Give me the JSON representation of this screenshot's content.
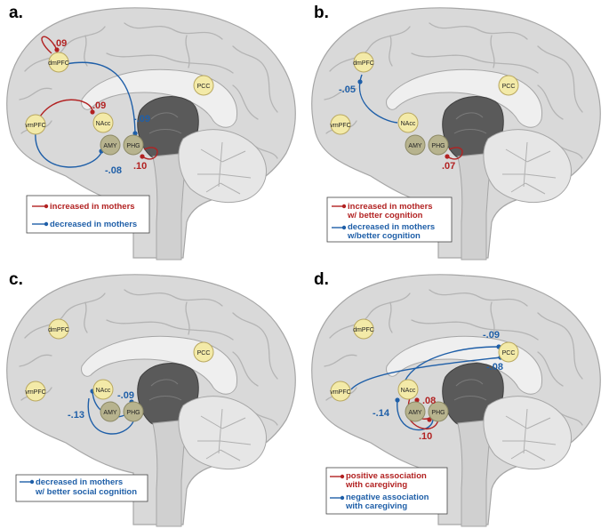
{
  "colors": {
    "increase": "#b22222",
    "decrease": "#1f5fa8",
    "roi_fill": "#f3eaa8",
    "roi_stroke": "#b9a860",
    "subcortical_fill": "#b7b38e",
    "brain_fill": "#d9d9d9",
    "brain_stroke": "#a6a6a6",
    "dark_region": "#5a5a5a"
  },
  "roi_labels": {
    "dmPFC": "dmPFC",
    "vmPFC": "vmPFC",
    "NAcc": "NAcc",
    "PCC": "PCC",
    "AMY": "AMY",
    "PHG": "PHG"
  },
  "panels": [
    {
      "letter": "a.",
      "coefficients": [
        {
          "text": ".09",
          "color": "increase",
          "anchor": "dmPFC-self"
        },
        {
          "text": ".09",
          "color": "increase",
          "anchor": "vmPFC-NAcc"
        },
        {
          "text": "-.09",
          "color": "decrease",
          "anchor": "dmPFC-PHG"
        },
        {
          "text": "-.08",
          "color": "decrease",
          "anchor": "vmPFC-AMY"
        },
        {
          "text": ".10",
          "color": "increase",
          "anchor": "PHG-self"
        }
      ],
      "legend": [
        {
          "text": [
            "increased in mothers"
          ],
          "color": "increase"
        },
        {
          "text": [
            "decreased in mothers"
          ],
          "color": "decrease"
        }
      ]
    },
    {
      "letter": "b.",
      "coefficients": [
        {
          "text": "-.05",
          "color": "decrease",
          "anchor": "dmPFC-NAcc"
        },
        {
          "text": ".07",
          "color": "increase",
          "anchor": "PHG-self"
        }
      ],
      "legend": [
        {
          "text": [
            "increased in mothers",
            "w/ better cognition"
          ],
          "color": "increase"
        },
        {
          "text": [
            "decreased in mothers",
            "w/better cognition"
          ],
          "color": "decrease"
        }
      ]
    },
    {
      "letter": "c.",
      "coefficients": [
        {
          "text": "-.09",
          "color": "decrease",
          "anchor": "NAcc-PHG"
        },
        {
          "text": "-.13",
          "color": "decrease",
          "anchor": "AMY-PHG"
        }
      ],
      "legend": [
        {
          "text": [
            "decreased in mothers",
            "w/ better social cognition"
          ],
          "color": "decrease"
        }
      ]
    },
    {
      "letter": "d.",
      "coefficients": [
        {
          "text": "-.09",
          "color": "decrease",
          "anchor": "PCC-NAcc"
        },
        {
          "text": "-.08",
          "color": "decrease",
          "anchor": "PCC-vmPFC"
        },
        {
          "text": "-.14",
          "color": "decrease",
          "anchor": "NAcc-PHG"
        },
        {
          "text": ".08",
          "color": "increase",
          "anchor": "NAcc-AMY"
        },
        {
          "text": ".10",
          "color": "increase",
          "anchor": "AMY-PHG"
        }
      ],
      "legend": [
        {
          "text": [
            "positive association",
            "with caregiving"
          ],
          "color": "increase"
        },
        {
          "text": [
            "negative association",
            "with caregiving"
          ],
          "color": "decrease"
        }
      ]
    }
  ]
}
